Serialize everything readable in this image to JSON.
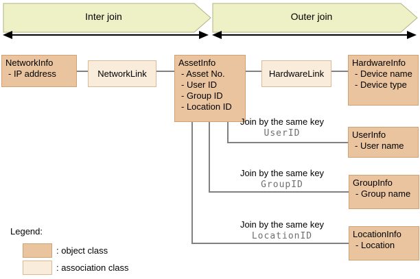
{
  "banners": [
    {
      "label": "Inter join"
    },
    {
      "label": "Outer join"
    }
  ],
  "boxes": [
    {
      "title": "NetworkInfo",
      "type": "object",
      "items": [
        "- IP address"
      ]
    },
    {
      "title": "NetworkLink",
      "type": "association",
      "items": []
    },
    {
      "title": "AssetInfo",
      "type": "object",
      "items": [
        "- Asset No.",
        "- User ID",
        "- Group ID",
        "- Location ID"
      ]
    },
    {
      "title": "HardwareLink",
      "type": "association",
      "items": []
    },
    {
      "title": "HardwareInfo",
      "type": "object",
      "items": [
        "- Device name",
        "- Device type"
      ]
    },
    {
      "title": "UserInfo",
      "type": "object",
      "items": [
        "- User name"
      ]
    },
    {
      "title": "GroupInfo",
      "type": "object",
      "items": [
        "- Group name"
      ]
    },
    {
      "title": "LocationInfo",
      "type": "object",
      "items": [
        "- Location"
      ]
    }
  ],
  "joins": [
    {
      "label": "Join by the same key",
      "key": "UserID"
    },
    {
      "label": "Join by the same key",
      "key": "GroupID"
    },
    {
      "label": "Join by the same key",
      "key": "LocationID"
    }
  ],
  "legend": {
    "title": "Legend:",
    "entries": [
      {
        "swatch": "object",
        "label": ": object class"
      },
      {
        "swatch": "association",
        "label": ": association class"
      }
    ]
  },
  "colors": {
    "object_fill": "#e9c49f",
    "object_border": "#cfa173",
    "association_fill": "#f9ecdb",
    "association_border": "#dab994",
    "banner_fill": "#eef0c5",
    "banner_border": "#b2b284",
    "connector": "#808080",
    "arrow": "#000000",
    "key_text": "#6e6e6e",
    "text": "#000000"
  }
}
